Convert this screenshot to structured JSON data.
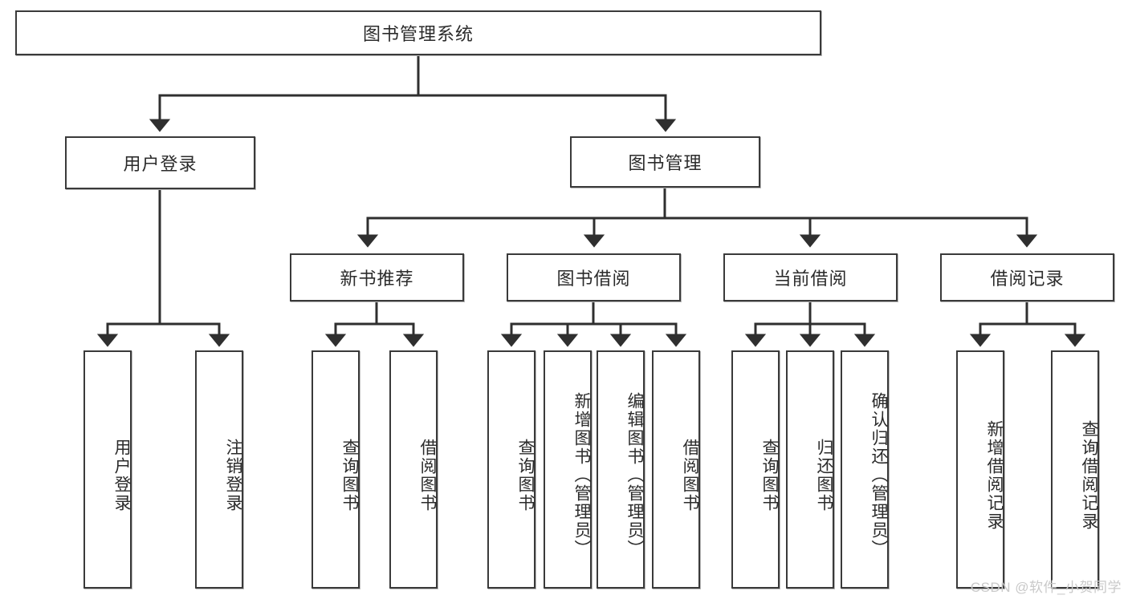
{
  "diagram": {
    "type": "tree-hierarchy-chart",
    "title": "图书管理系统",
    "watermark": "CSDN @软件_小贺同学",
    "colors": {
      "box_border": "#3a3a3a",
      "box_fill": "#ffffff",
      "connector": "#2f2f2f",
      "text": "#2b2b2b",
      "watermark": "#c9c9c9"
    },
    "root": {
      "label": "图书管理系统"
    },
    "level2": [
      {
        "id": "user-login",
        "label": "用户登录"
      },
      {
        "id": "book-manage",
        "label": "图书管理"
      }
    ],
    "level3": [
      {
        "id": "new-book-recommend",
        "label": "新书推荐",
        "parent": "book-manage"
      },
      {
        "id": "book-borrow",
        "label": "图书借阅",
        "parent": "book-manage"
      },
      {
        "id": "current-borrow",
        "label": "当前借阅",
        "parent": "book-manage"
      },
      {
        "id": "borrow-record",
        "label": "借阅记录",
        "parent": "book-manage"
      }
    ],
    "leaves": {
      "user_login": [
        {
          "id": "leaf-user-login",
          "label": "用户登录"
        },
        {
          "id": "leaf-user-logout",
          "label": "注销登录"
        }
      ],
      "new_book_recommend": [
        {
          "id": "leaf-query-book-1",
          "label": "查询图书"
        },
        {
          "id": "leaf-borrow-book-1",
          "label": "借阅图书"
        }
      ],
      "book_borrow": [
        {
          "id": "leaf-query-book-2",
          "label": "查询图书"
        },
        {
          "id": "leaf-add-book",
          "label": "新增图书（管理员）"
        },
        {
          "id": "leaf-edit-book",
          "label": "编辑图书（管理员）"
        },
        {
          "id": "leaf-borrow-book-2",
          "label": "借阅图书"
        }
      ],
      "current_borrow": [
        {
          "id": "leaf-query-book-3",
          "label": "查询图书"
        },
        {
          "id": "leaf-return-book",
          "label": "归还图书"
        },
        {
          "id": "leaf-confirm-return",
          "label": "确认归还（管理员）"
        }
      ],
      "borrow_record": [
        {
          "id": "leaf-add-record",
          "label": "新增借阅记录"
        },
        {
          "id": "leaf-query-record",
          "label": "查询借阅记录"
        }
      ]
    }
  }
}
